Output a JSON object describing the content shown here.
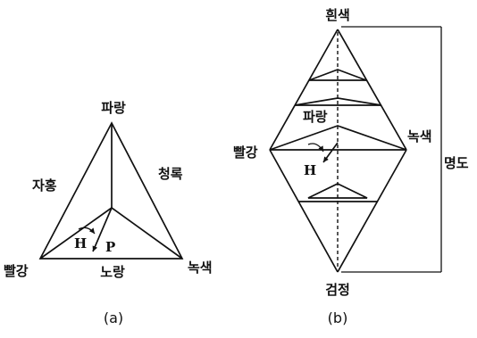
{
  "diagram_a": {
    "labels": {
      "blue": "파랑",
      "magenta": "자홍",
      "cyan": "청록",
      "red": "빨강",
      "yellow": "노랑",
      "green": "녹색",
      "hue_symbol": "H",
      "purity_symbol": "P"
    },
    "caption": "(a)"
  },
  "diagram_b": {
    "labels": {
      "white": "흰색",
      "blue": "파랑",
      "red": "빨강",
      "green": "녹색",
      "black": "검정",
      "hue_symbol": "H",
      "brightness_axis": "명도"
    },
    "caption": "(b)"
  }
}
